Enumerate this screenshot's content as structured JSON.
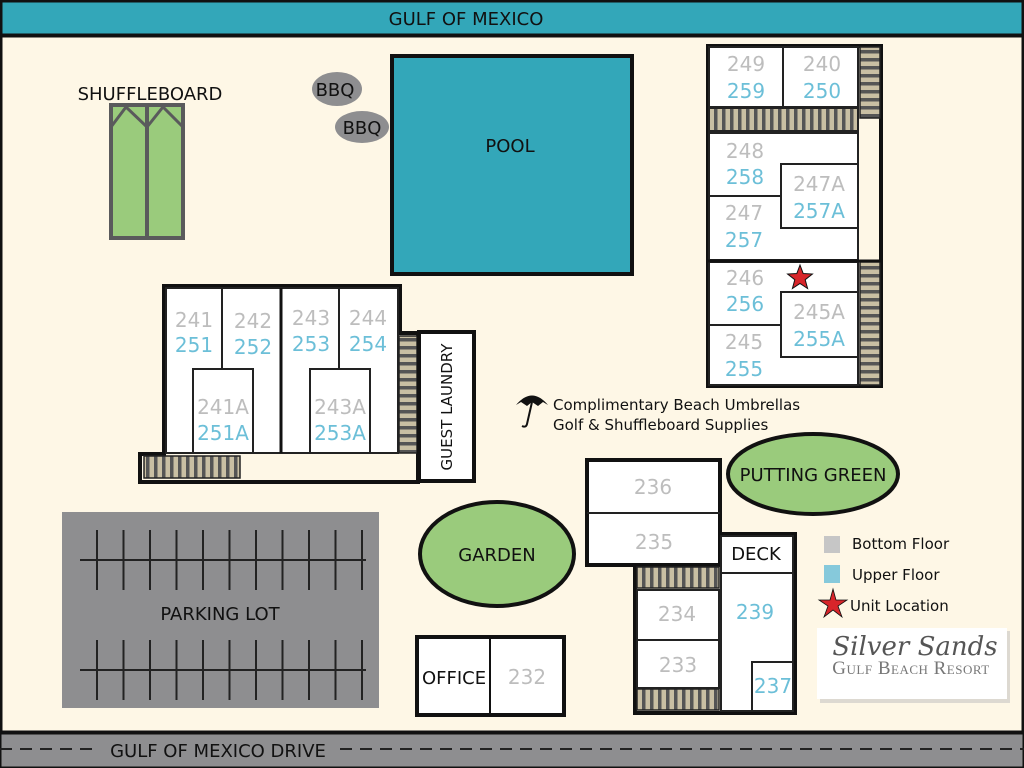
{
  "map": {
    "water_label": "GULF OF MEXICO",
    "road_label": "GULF OF MEXICO DRIVE",
    "shuffleboard": "SHUFFLEBOARD",
    "bbq": [
      "BBQ",
      "BBQ"
    ],
    "pool": "POOL",
    "guest_laundry": "GUEST LAUNDRY",
    "amenities": [
      "Complimentary Beach Umbrellas",
      "Golf & Shuffleboard Supplies"
    ],
    "parking_lot": "PARKING LOT",
    "garden": "GARDEN",
    "putting_green": "PUTTING GREEN",
    "office": "OFFICE",
    "deck": "DECK",
    "units": {
      "u249": "249",
      "u259": "259",
      "u240": "240",
      "u250": "250",
      "u248": "248",
      "u258": "258",
      "u247A": "247A",
      "u257A": "257A",
      "u247": "247",
      "u257": "257",
      "u246": "246",
      "u256": "256",
      "u245A": "245A",
      "u255A": "255A",
      "u245": "245",
      "u255": "255",
      "u241": "241",
      "u251": "251",
      "u242": "242",
      "u252": "252",
      "u243": "243",
      "u253": "253",
      "u244": "244",
      "u254": "254",
      "u241A": "241A",
      "u251A": "251A",
      "u243A": "243A",
      "u253A": "253A",
      "u236": "236",
      "u235": "235",
      "u234": "234",
      "u233": "233",
      "u239": "239",
      "u237": "237",
      "u232": "232"
    },
    "highlighted_unit": "256"
  },
  "legend": {
    "bottom_floor": "Bottom Floor",
    "upper_floor": "Upper Floor",
    "unit_location": "Unit Location"
  },
  "logo": {
    "line1": "Silver Sands",
    "line2": "Gulf Beach Resort"
  },
  "colors": {
    "water": "#33a7b9",
    "ground": "#fef7e6",
    "green": "#9acb7c",
    "asphalt": "#8e8e90",
    "bottom": "#c6c6c6",
    "upper": "#86c9db",
    "star": "#d8252a"
  }
}
